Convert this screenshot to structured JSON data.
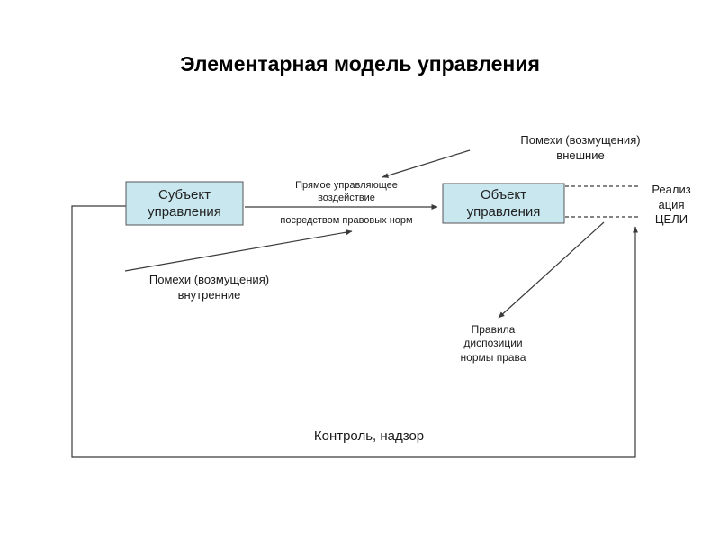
{
  "title": "Элементарная модель управления",
  "boxes": {
    "subject": {
      "lines": [
        "Субъект",
        "управления"
      ]
    },
    "object": {
      "lines": [
        "Объект",
        "управления"
      ]
    }
  },
  "labels": {
    "direct_action": {
      "lines": [
        "Прямое управляющее",
        "воздействие"
      ]
    },
    "legal_norms": "посредством правовых норм",
    "external_disturbance": {
      "lines": [
        "Помехи (возмущения)",
        "внешние"
      ]
    },
    "internal_disturbance": {
      "lines": [
        "Помехи (возмущения)",
        "внутренние"
      ]
    },
    "goal_realization": {
      "lines": [
        "Реализ",
        "ация",
        "ЦЕЛИ"
      ]
    },
    "rules": {
      "lines": [
        "Правила",
        "диспозиции",
        "нормы права"
      ]
    },
    "control": "Контроль, надзор"
  },
  "colors": {
    "box_fill": "#c8e7ef",
    "box_border": "#555555",
    "line": "#3a3a3a",
    "text": "#1a1a1a",
    "background": "#ffffff"
  }
}
